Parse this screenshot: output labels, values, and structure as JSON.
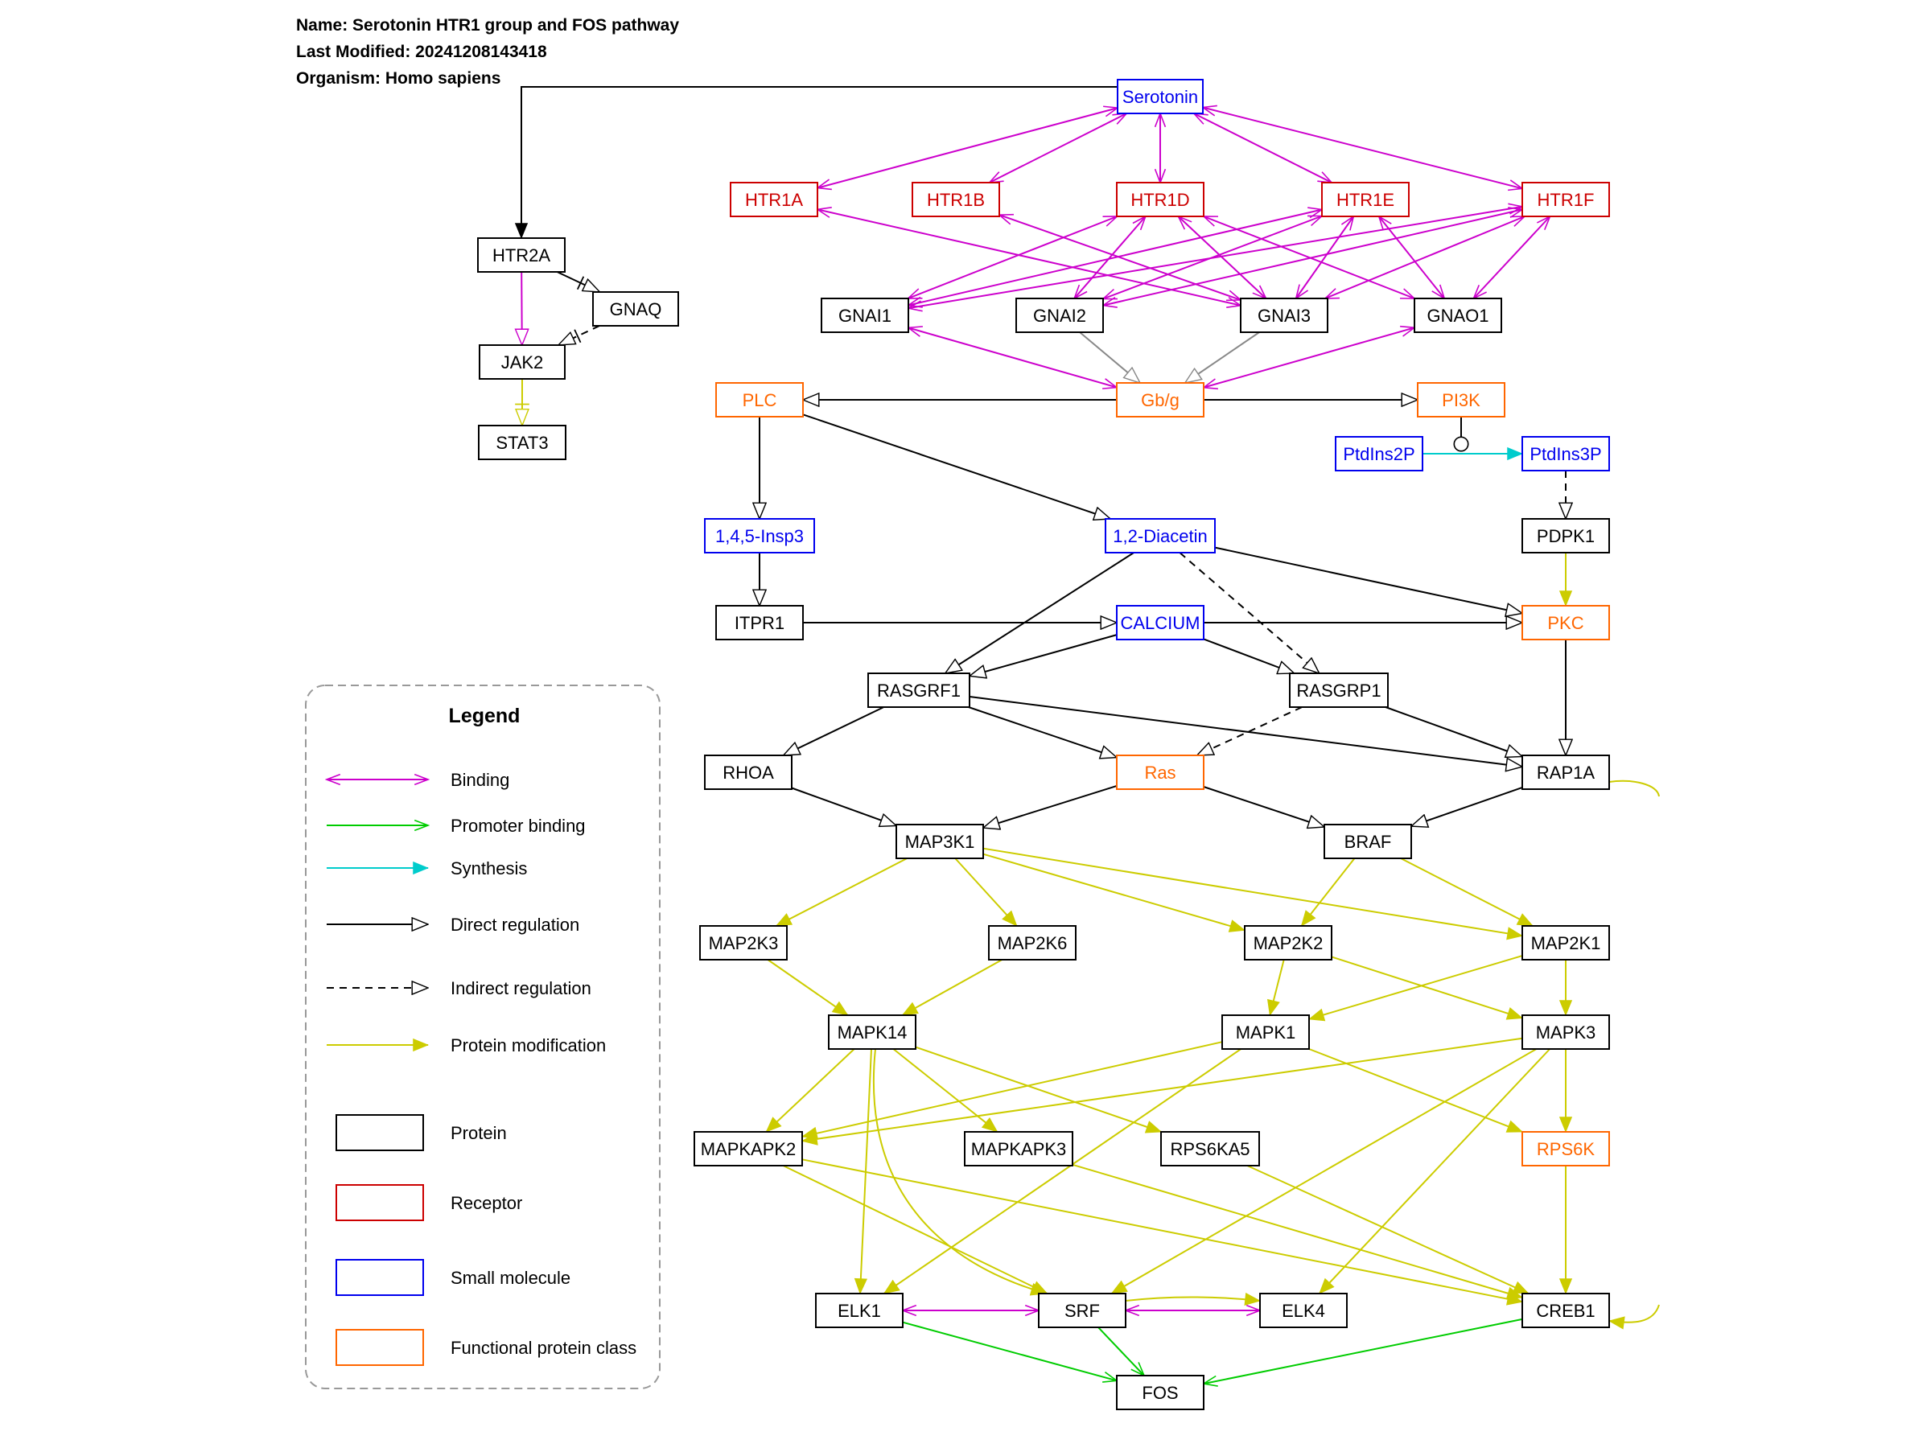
{
  "header": {
    "name": "Name: Serotonin HTR1 group and FOS pathway",
    "modified": "Last Modified: 20241208143418",
    "organism": "Organism: Homo sapiens"
  },
  "colors": {
    "protein": "#000000",
    "receptor": "#cc0000",
    "small_molecule": "#0000ee",
    "functional_class": "#ff6600",
    "binding": "#cc00cc",
    "promoter_binding": "#00cc00",
    "synthesis": "#00cccc",
    "direct": "#000000",
    "indirect": "#000000",
    "modification": "#cccc00",
    "gray": "#888888"
  },
  "nodes": [
    {
      "id": "serotonin",
      "label": "Serotonin",
      "type": "small_molecule"
    },
    {
      "id": "htr1a",
      "label": "HTR1A",
      "type": "receptor"
    },
    {
      "id": "htr1b",
      "label": "HTR1B",
      "type": "receptor"
    },
    {
      "id": "htr1d",
      "label": "HTR1D",
      "type": "receptor"
    },
    {
      "id": "htr1e",
      "label": "HTR1E",
      "type": "receptor"
    },
    {
      "id": "htr1f",
      "label": "HTR1F",
      "type": "receptor"
    },
    {
      "id": "htr2a",
      "label": "HTR2A",
      "type": "protein"
    },
    {
      "id": "gnaq",
      "label": "GNAQ",
      "type": "protein"
    },
    {
      "id": "jak2",
      "label": "JAK2",
      "type": "protein"
    },
    {
      "id": "stat3",
      "label": "STAT3",
      "type": "protein"
    },
    {
      "id": "gnai1",
      "label": "GNAI1",
      "type": "protein"
    },
    {
      "id": "gnai2",
      "label": "GNAI2",
      "type": "protein"
    },
    {
      "id": "gnai3",
      "label": "GNAI3",
      "type": "protein"
    },
    {
      "id": "gnao1",
      "label": "GNAO1",
      "type": "protein"
    },
    {
      "id": "plc",
      "label": "PLC",
      "type": "functional_class"
    },
    {
      "id": "gbg",
      "label": "Gb/g",
      "type": "functional_class"
    },
    {
      "id": "pi3k",
      "label": "PI3K",
      "type": "functional_class"
    },
    {
      "id": "ptdins2p",
      "label": "PtdIns2P",
      "type": "small_molecule"
    },
    {
      "id": "ptdins3p",
      "label": "PtdIns3P",
      "type": "small_molecule"
    },
    {
      "id": "insp3",
      "label": "1,4,5-Insp3",
      "type": "small_molecule"
    },
    {
      "id": "diacetin",
      "label": "1,2-Diacetin",
      "type": "small_molecule"
    },
    {
      "id": "pdpk1",
      "label": "PDPK1",
      "type": "protein"
    },
    {
      "id": "itpr1",
      "label": "ITPR1",
      "type": "protein"
    },
    {
      "id": "calcium",
      "label": "CALCIUM",
      "type": "small_molecule"
    },
    {
      "id": "pkc",
      "label": "PKC",
      "type": "functional_class"
    },
    {
      "id": "rasgrf1",
      "label": "RASGRF1",
      "type": "protein"
    },
    {
      "id": "rasgrp1",
      "label": "RASGRP1",
      "type": "protein"
    },
    {
      "id": "rhoa",
      "label": "RHOA",
      "type": "protein"
    },
    {
      "id": "ras",
      "label": "Ras",
      "type": "functional_class"
    },
    {
      "id": "rap1a",
      "label": "RAP1A",
      "type": "protein"
    },
    {
      "id": "map3k1",
      "label": "MAP3K1",
      "type": "protein"
    },
    {
      "id": "braf",
      "label": "BRAF",
      "type": "protein"
    },
    {
      "id": "map2k3",
      "label": "MAP2K3",
      "type": "protein"
    },
    {
      "id": "map2k6",
      "label": "MAP2K6",
      "type": "protein"
    },
    {
      "id": "map2k2",
      "label": "MAP2K2",
      "type": "protein"
    },
    {
      "id": "map2k1",
      "label": "MAP2K1",
      "type": "protein"
    },
    {
      "id": "mapk14",
      "label": "MAPK14",
      "type": "protein"
    },
    {
      "id": "mapk1",
      "label": "MAPK1",
      "type": "protein"
    },
    {
      "id": "mapk3",
      "label": "MAPK3",
      "type": "protein"
    },
    {
      "id": "mapkapk2",
      "label": "MAPKAPK2",
      "type": "protein"
    },
    {
      "id": "mapkapk3",
      "label": "MAPKAPK3",
      "type": "protein"
    },
    {
      "id": "rps6ka5",
      "label": "RPS6KA5",
      "type": "protein"
    },
    {
      "id": "rps6k",
      "label": "RPS6K",
      "type": "functional_class"
    },
    {
      "id": "elk1",
      "label": "ELK1",
      "type": "protein"
    },
    {
      "id": "srf",
      "label": "SRF",
      "type": "protein"
    },
    {
      "id": "elk4",
      "label": "ELK4",
      "type": "protein"
    },
    {
      "id": "creb1",
      "label": "CREB1",
      "type": "protein"
    },
    {
      "id": "fos",
      "label": "FOS",
      "type": "protein"
    }
  ],
  "edges": [
    {
      "from": "serotonin",
      "to": "htr2a",
      "type": "direct_solid"
    },
    {
      "from": "serotonin",
      "to": "htr1a",
      "type": "binding"
    },
    {
      "from": "serotonin",
      "to": "htr1b",
      "type": "binding"
    },
    {
      "from": "serotonin",
      "to": "htr1d",
      "type": "binding"
    },
    {
      "from": "serotonin",
      "to": "htr1e",
      "type": "binding"
    },
    {
      "from": "serotonin",
      "to": "htr1f",
      "type": "binding"
    },
    {
      "from": "htr1a",
      "to": "gnai3",
      "type": "binding"
    },
    {
      "from": "htr1b",
      "to": "gnai3",
      "type": "binding"
    },
    {
      "from": "htr1d",
      "to": "gnai1",
      "type": "binding"
    },
    {
      "from": "htr1d",
      "to": "gnai2",
      "type": "binding"
    },
    {
      "from": "htr1d",
      "to": "gnai3",
      "type": "binding"
    },
    {
      "from": "htr1d",
      "to": "gnao1",
      "type": "binding"
    },
    {
      "from": "htr1e",
      "to": "gnai1",
      "type": "binding"
    },
    {
      "from": "htr1e",
      "to": "gnai2",
      "type": "binding"
    },
    {
      "from": "htr1e",
      "to": "gnai3",
      "type": "binding"
    },
    {
      "from": "htr1e",
      "to": "gnao1",
      "type": "binding"
    },
    {
      "from": "htr1f",
      "to": "gnai1",
      "type": "binding"
    },
    {
      "from": "htr1f",
      "to": "gnai2",
      "type": "binding"
    },
    {
      "from": "htr1f",
      "to": "gnai3",
      "type": "binding"
    },
    {
      "from": "htr1f",
      "to": "gnao1",
      "type": "binding"
    },
    {
      "from": "gnai1",
      "to": "gbg",
      "type": "binding"
    },
    {
      "from": "gnao1",
      "to": "gbg",
      "type": "binding"
    },
    {
      "from": "gnai2",
      "to": "gbg",
      "type": "gray"
    },
    {
      "from": "gnai3",
      "to": "gbg",
      "type": "gray"
    },
    {
      "from": "htr2a",
      "to": "gnaq",
      "type": "inhibit_direct"
    },
    {
      "from": "htr2a",
      "to": "jak2",
      "type": "magenta_open"
    },
    {
      "from": "gnaq",
      "to": "jak2",
      "type": "inhibit_indirect"
    },
    {
      "from": "jak2",
      "to": "stat3",
      "type": "inhibit_mod"
    },
    {
      "from": "gbg",
      "to": "plc",
      "type": "direct"
    },
    {
      "from": "gbg",
      "to": "pi3k",
      "type": "direct"
    },
    {
      "from": "pi3k",
      "to": "ptdins2p",
      "type": "catalysis"
    },
    {
      "from": "ptdins2p",
      "to": "ptdins3p",
      "type": "synthesis"
    },
    {
      "from": "ptdins3p",
      "to": "pdpk1",
      "type": "indirect"
    },
    {
      "from": "plc",
      "to": "insp3",
      "type": "direct"
    },
    {
      "from": "plc",
      "to": "diacetin",
      "type": "direct"
    },
    {
      "from": "insp3",
      "to": "itpr1",
      "type": "direct"
    },
    {
      "from": "pdpk1",
      "to": "pkc",
      "type": "modification"
    },
    {
      "from": "diacetin",
      "to": "pkc",
      "type": "direct"
    },
    {
      "from": "diacetin",
      "to": "rasgrf1",
      "type": "direct"
    },
    {
      "from": "diacetin",
      "to": "rasgrp1",
      "type": "indirect"
    },
    {
      "from": "itpr1",
      "to": "calcium",
      "type": "direct"
    },
    {
      "from": "calcium",
      "to": "pkc",
      "type": "direct"
    },
    {
      "from": "calcium",
      "to": "rasgrf1",
      "type": "direct"
    },
    {
      "from": "calcium",
      "to": "rasgrp1",
      "type": "direct"
    },
    {
      "from": "pkc",
      "to": "rap1a",
      "type": "direct"
    },
    {
      "from": "rasgrf1",
      "to": "rhoa",
      "type": "direct"
    },
    {
      "from": "rasgrf1",
      "to": "ras",
      "type": "direct"
    },
    {
      "from": "rasgrf1",
      "to": "rap1a",
      "type": "direct"
    },
    {
      "from": "rasgrp1",
      "to": "ras",
      "type": "indirect"
    },
    {
      "from": "rasgrp1",
      "to": "rap1a",
      "type": "direct"
    },
    {
      "from": "rhoa",
      "to": "map3k1",
      "type": "direct"
    },
    {
      "from": "ras",
      "to": "map3k1",
      "type": "direct"
    },
    {
      "from": "ras",
      "to": "braf",
      "type": "direct"
    },
    {
      "from": "rap1a",
      "to": "braf",
      "type": "direct"
    },
    {
      "from": "map3k1",
      "to": "map2k3",
      "type": "modification"
    },
    {
      "from": "map3k1",
      "to": "map2k6",
      "type": "modification"
    },
    {
      "from": "map3k1",
      "to": "map2k2",
      "type": "modification"
    },
    {
      "from": "map3k1",
      "to": "map2k1",
      "type": "modification"
    },
    {
      "from": "braf",
      "to": "map2k2",
      "type": "modification"
    },
    {
      "from": "braf",
      "to": "map2k1",
      "type": "modification"
    },
    {
      "from": "map2k3",
      "to": "mapk14",
      "type": "modification"
    },
    {
      "from": "map2k6",
      "to": "mapk14",
      "type": "modification"
    },
    {
      "from": "map2k2",
      "to": "mapk1",
      "type": "modification"
    },
    {
      "from": "map2k2",
      "to": "mapk3",
      "type": "modification"
    },
    {
      "from": "map2k1",
      "to": "mapk1",
      "type": "modification"
    },
    {
      "from": "map2k1",
      "to": "mapk3",
      "type": "modification"
    },
    {
      "from": "mapk14",
      "to": "mapkapk2",
      "type": "modification"
    },
    {
      "from": "mapk14",
      "to": "mapkapk3",
      "type": "modification"
    },
    {
      "from": "mapk14",
      "to": "rps6ka5",
      "type": "modification"
    },
    {
      "from": "mapk14",
      "to": "elk1",
      "type": "modification"
    },
    {
      "from": "mapk14",
      "to": "srf",
      "type": "modification_curve"
    },
    {
      "from": "mapk1",
      "to": "mapkapk2",
      "type": "modification"
    },
    {
      "from": "mapk1",
      "to": "rps6k",
      "type": "modification"
    },
    {
      "from": "mapk1",
      "to": "elk1",
      "type": "modification"
    },
    {
      "from": "mapk3",
      "to": "mapkapk2",
      "type": "modification"
    },
    {
      "from": "mapk3",
      "to": "rps6k",
      "type": "modification"
    },
    {
      "from": "mapk3",
      "to": "srf",
      "type": "modification"
    },
    {
      "from": "mapk3",
      "to": "elk4",
      "type": "modification"
    },
    {
      "from": "mapkapk2",
      "to": "srf",
      "type": "modification"
    },
    {
      "from": "mapkapk2",
      "to": "creb1",
      "type": "modification"
    },
    {
      "from": "mapkapk3",
      "to": "creb1",
      "type": "modification"
    },
    {
      "from": "rps6ka5",
      "to": "creb1",
      "type": "modification"
    },
    {
      "from": "rps6k",
      "to": "creb1",
      "type": "modification"
    },
    {
      "from": "elk1",
      "to": "srf",
      "type": "binding"
    },
    {
      "from": "srf",
      "to": "elk4",
      "type": "binding"
    },
    {
      "from": "srf",
      "to": "elk4",
      "type": "modification_arc"
    },
    {
      "from": "elk1",
      "to": "fos",
      "type": "promoter"
    },
    {
      "from": "srf",
      "to": "fos",
      "type": "promoter"
    },
    {
      "from": "creb1",
      "to": "fos",
      "type": "promoter"
    },
    {
      "from": "rap1a",
      "to": "offscreen",
      "type": "offscreen_curve"
    },
    {
      "from": "offscreen",
      "to": "creb1",
      "type": "offscreen_curve_mod"
    }
  ],
  "legend": {
    "title": "Legend",
    "edges": [
      {
        "label": "Binding",
        "type": "binding"
      },
      {
        "label": "Promoter binding",
        "type": "promoter"
      },
      {
        "label": "Synthesis",
        "type": "synthesis"
      },
      {
        "label": "Direct regulation",
        "type": "direct"
      },
      {
        "label": "Indirect regulation",
        "type": "indirect"
      },
      {
        "label": "Protein modification",
        "type": "modification"
      }
    ],
    "nodes": [
      {
        "label": "Protein",
        "type": "protein"
      },
      {
        "label": "Receptor",
        "type": "receptor"
      },
      {
        "label": "Small molecule",
        "type": "small_molecule"
      },
      {
        "label": "Functional protein class",
        "type": "functional_class"
      }
    ]
  }
}
